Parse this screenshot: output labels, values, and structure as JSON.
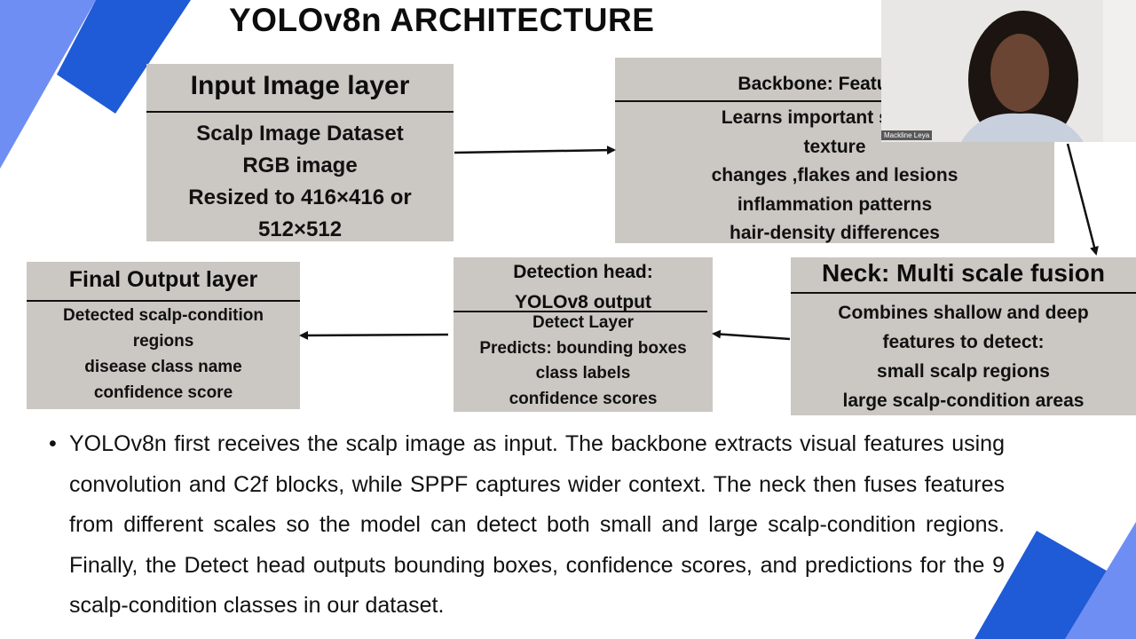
{
  "slide": {
    "title": "YOLOv8n ARCHITECTURE",
    "colors": {
      "accent_blue": "#1f5bd6",
      "accent_light": "#6f8ef3",
      "box_fill": "#cbc7c3"
    }
  },
  "input_box": {
    "heading": "Input Image layer",
    "lines": [
      "Scalp Image Dataset",
      "RGB image",
      "Resized to 416×416 or",
      "512×512"
    ]
  },
  "backbone_box": {
    "heading": "Backbone: Feature e",
    "lines": [
      "Learns important scalp fe",
      "texture",
      "changes ,flakes and lesions",
      "inflammation patterns",
      "hair-density differences"
    ]
  },
  "neck_box": {
    "heading": "Neck: Multi scale fusion",
    "lines": [
      "Combines shallow and deep",
      "features to detect:",
      "small scalp regions",
      "large scalp-condition areas"
    ]
  },
  "detect_box": {
    "heading_lines": [
      "Detection head:",
      "YOLOv8 output"
    ],
    "lines": [
      "Detect Layer",
      "Predicts: bounding boxes",
      "class labels",
      "confidence scores"
    ]
  },
  "output_box": {
    "heading": "Final Output layer",
    "lines": [
      "Detected scalp-condition",
      "regions",
      "disease class name",
      "confidence score"
    ]
  },
  "description": {
    "bullet": "•",
    "text": "YOLOv8n first receives the scalp image as input. The backbone extracts visual features using convolution and C2f blocks, while SPPF captures wider context. The neck then fuses features from different scales so the model can detect both small and large scalp-condition regions. Finally, the Detect head outputs bounding boxes, confidence scores, and predictions for the 9 scalp-condition classes in our dataset."
  },
  "webcam": {
    "participant_name": "Mackline Leya"
  }
}
